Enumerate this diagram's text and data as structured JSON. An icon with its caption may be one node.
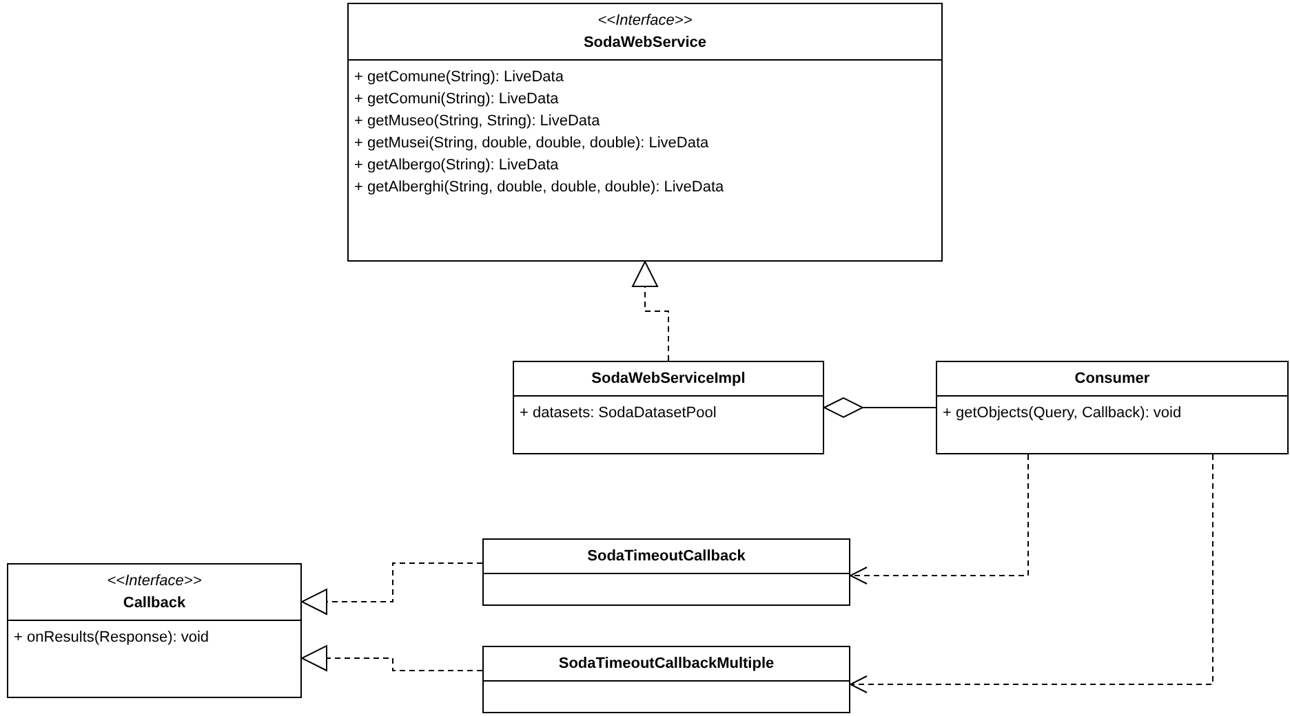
{
  "diagram": {
    "nodes": [
      {
        "text": [
          "<<Interface>>",
          "SodaWebService",
          "+ getComune(String): LiveData",
          "+ getComuni(String): LiveData",
          "+ getMuseo(String, String): LiveData",
          "+ getMusei(String, double, double, double): LiveData",
          "+ getAlbergo(String): LiveData",
          "+ getAlberghi(String, double, double, double): LiveData"
        ]
      },
      {
        "text": [
          "SodaWebServiceImpl",
          "+ datasets: SodaDatasetPool"
        ]
      },
      {
        "text": [
          "Consumer",
          "+ getObjects(Query, Callback): void"
        ]
      },
      {
        "text": [
          "<<Interface>>",
          "Callback",
          "+ onResults(Response): void"
        ]
      },
      {
        "text": [
          "SodaTimeoutCallback"
        ]
      },
      {
        "text": [
          "SodaTimeoutCallbackMultiple"
        ]
      }
    ],
    "edges": [
      {
        "from": 1,
        "to": 0,
        "arrow": "to",
        "style": "dashed"
      },
      {
        "from": 1,
        "to": 2,
        "arrow": "other"
      },
      {
        "from": 4,
        "to": 3,
        "arrow": "to",
        "style": "dashed"
      },
      {
        "from": 5,
        "to": 3,
        "arrow": "to",
        "style": "dashed"
      },
      {
        "from": 2,
        "to": 4,
        "arrow": "to",
        "style": "dashed"
      },
      {
        "from": 2,
        "to": 5,
        "arrow": "to",
        "style": "dashed"
      }
    ]
  }
}
